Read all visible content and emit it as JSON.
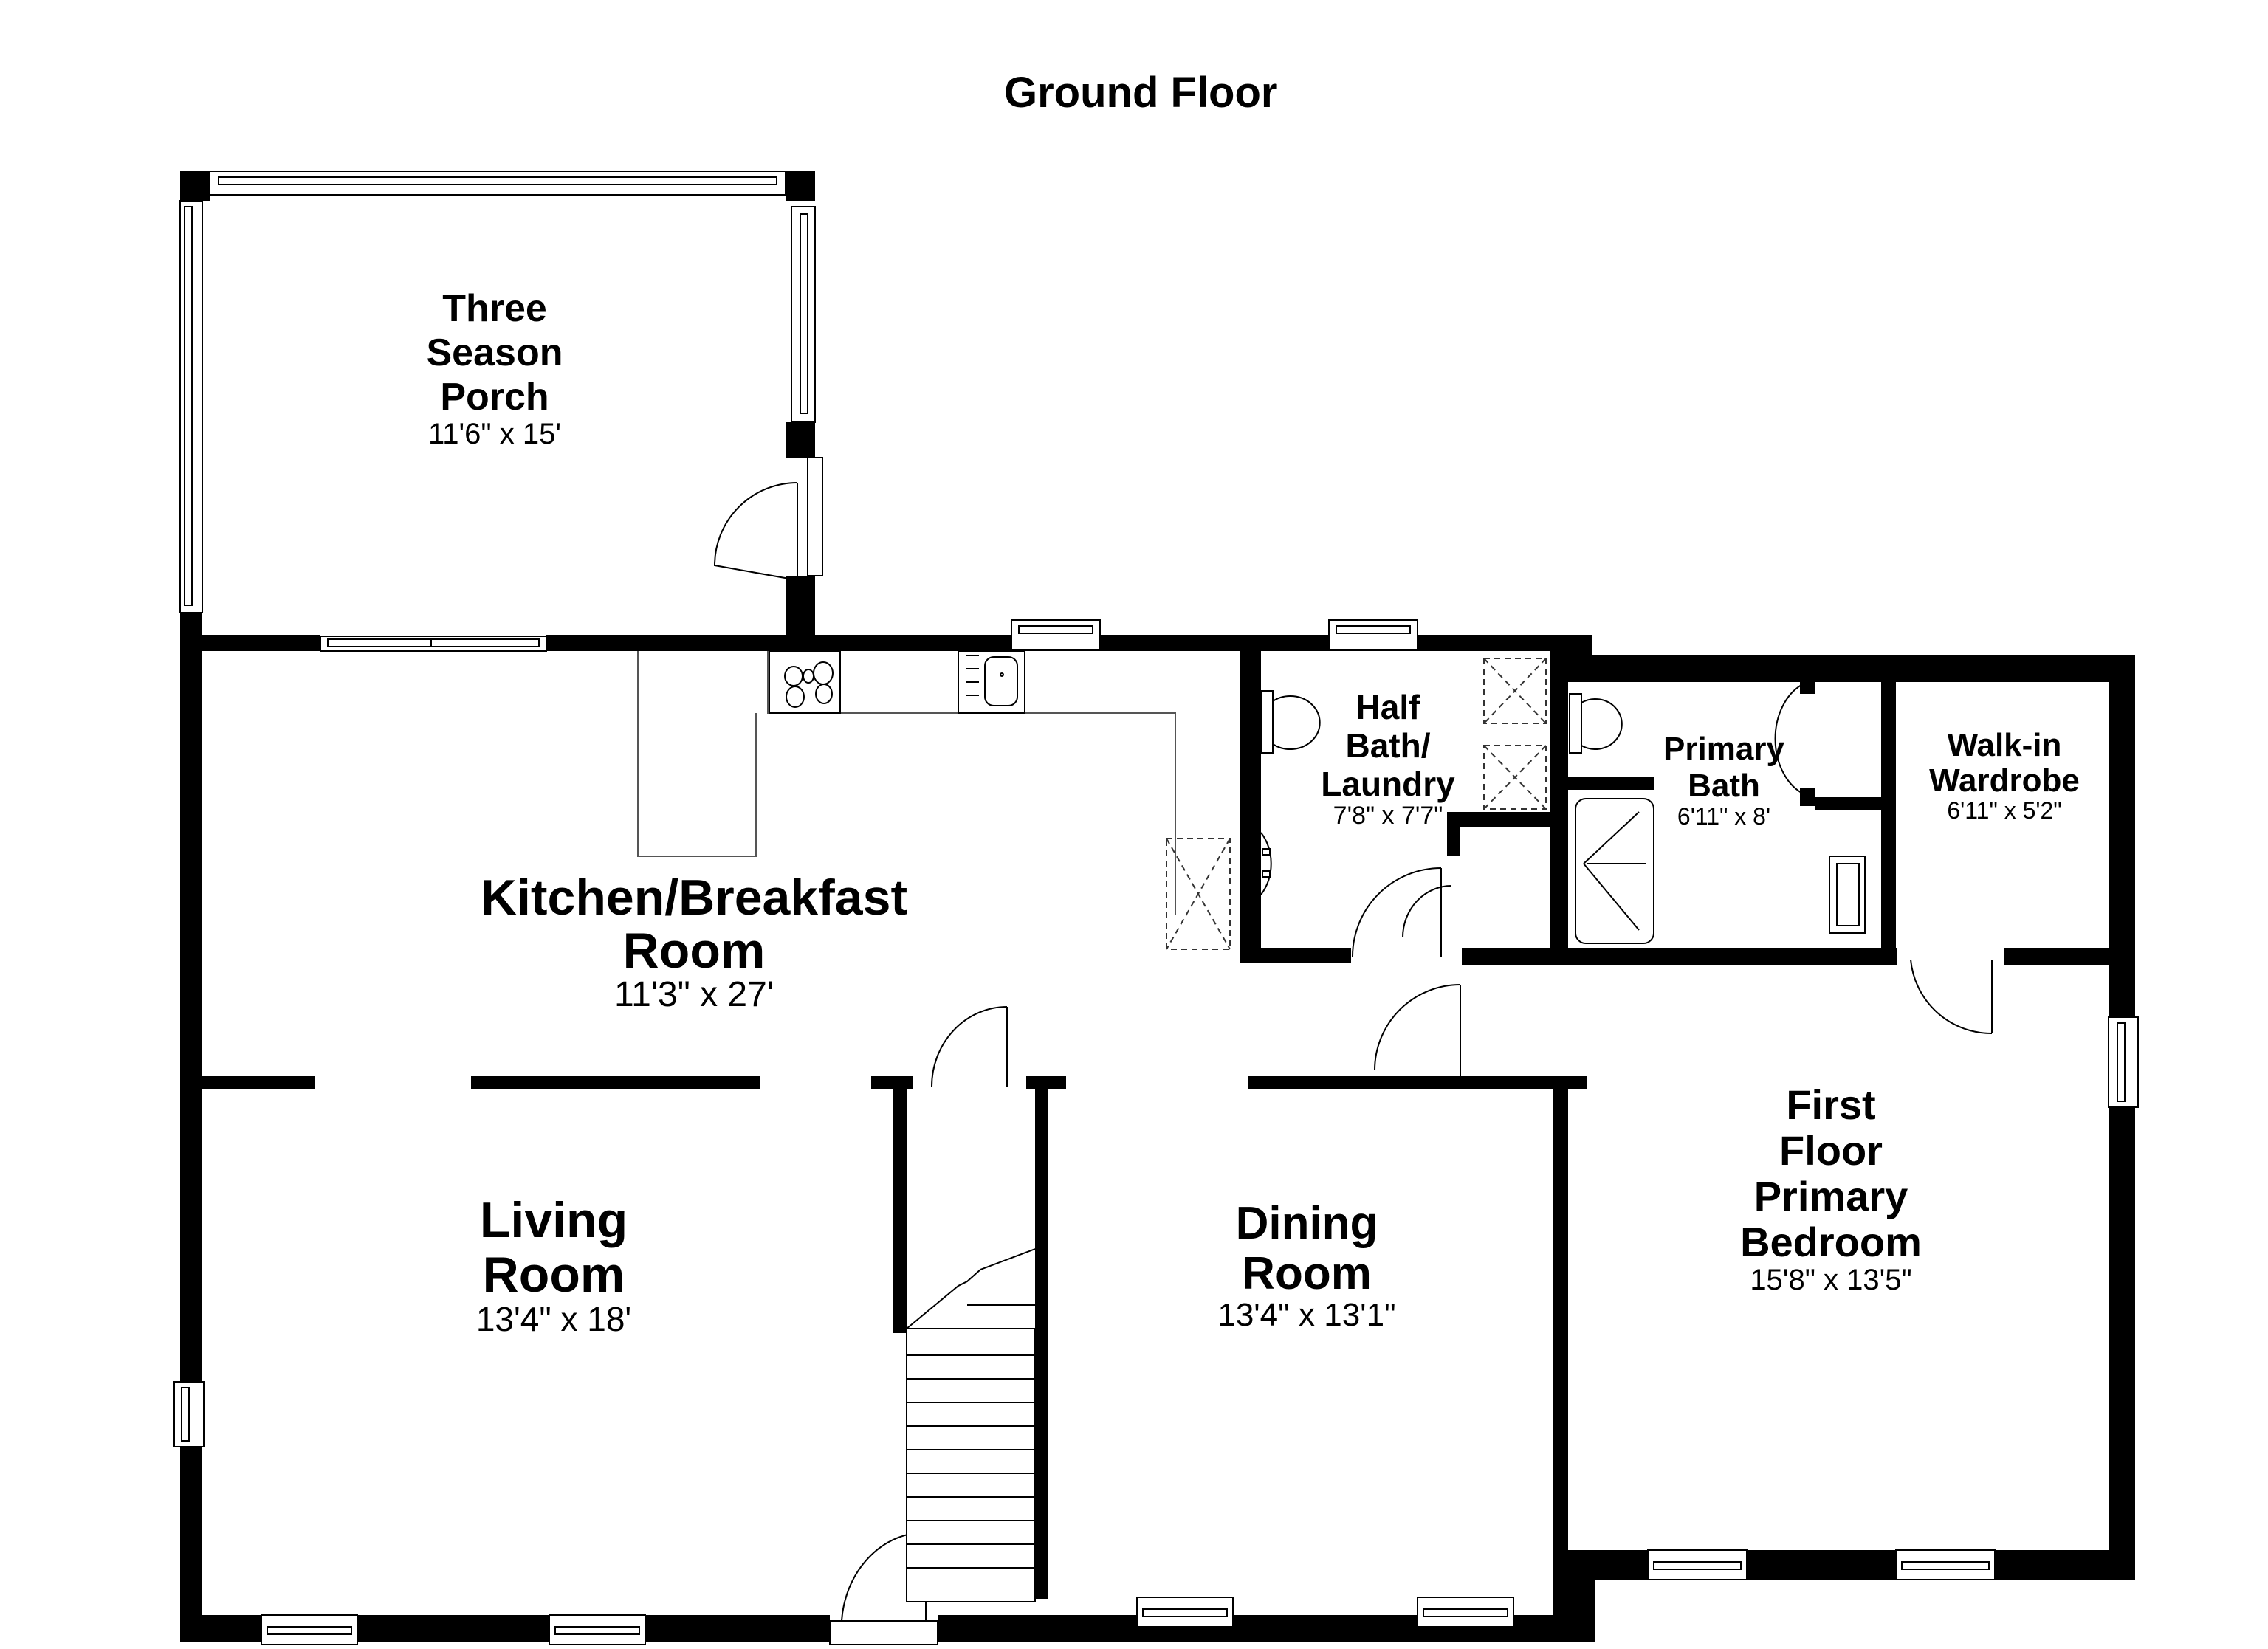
{
  "title": "Ground Floor",
  "rooms": {
    "porch": {
      "name": "Three\nSeason\nPorch",
      "dims": "11'6\" x 15'"
    },
    "kitchen": {
      "name": "Kitchen/Breakfast\nRoom",
      "dims": "11'3\" x 27'"
    },
    "half_bath": {
      "name": "Half\nBath/\nLaundry",
      "dims": "7'8\" x 7'7\""
    },
    "primary_bath": {
      "name": "Primary\nBath",
      "dims": "6'11\" x 8'"
    },
    "wardrobe": {
      "name": "Walk-in\nWardrobe",
      "dims": "6'11\" x 5'2\""
    },
    "living": {
      "name": "Living\nRoom",
      "dims": "13'4\" x 18'"
    },
    "dining": {
      "name": "Dining\nRoom",
      "dims": "13'4\" x 13'1\""
    },
    "bedroom": {
      "name": "First\nFloor\nPrimary\nBedroom",
      "dims": "15'8\" x 13'5\""
    }
  },
  "colors": {
    "wall": "#000000",
    "background": "#ffffff",
    "fixture_line": "#555555"
  }
}
